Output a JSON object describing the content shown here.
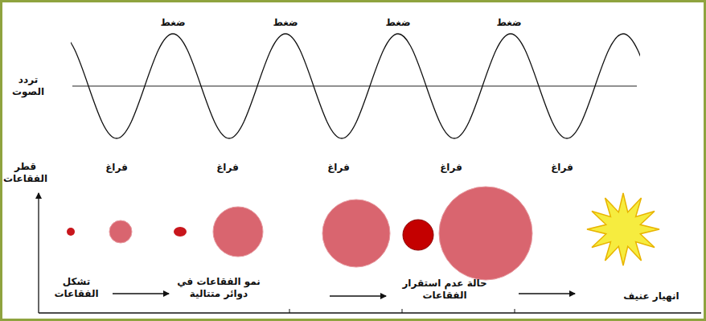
{
  "diagram": {
    "labels": [
      "ضغط",
      "ضغط",
      "ضغط",
      "ضغط",
      "تردد الصوت",
      "فراغ",
      "فراغ",
      "فراغ",
      "فراغ",
      "فراغ",
      "قطر الفقاعات",
      "تشكل الفقاعات",
      "نمو الفقاعات في دوائر متتالية",
      "حالة عدم استقرار الفقاعات",
      "انهيار عنيف"
    ]
  }
}
